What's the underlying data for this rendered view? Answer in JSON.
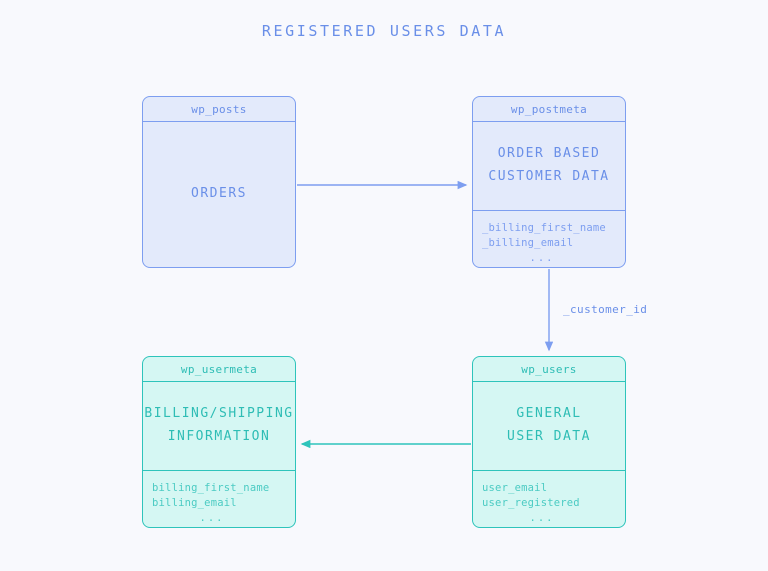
{
  "title": "REGISTERED USERS DATA",
  "colors": {
    "background": "#f8f9fd",
    "blue_border": "#7d9ef0",
    "blue_fill": "#e3eafb",
    "blue_text": "#6a8fe8",
    "teal_border": "#2ec4bb",
    "teal_fill": "#d5f7f3",
    "teal_text": "#2ebdb5"
  },
  "entities": {
    "wp_posts": {
      "header": "wp_posts",
      "body_lines": [
        "ORDERS"
      ],
      "fields": [],
      "ellipsis": "",
      "color": "blue"
    },
    "wp_postmeta": {
      "header": "wp_postmeta",
      "body_lines": [
        "ORDER BASED",
        "CUSTOMER DATA"
      ],
      "fields": [
        "_billing_first_name",
        "_billing_email"
      ],
      "ellipsis": "...",
      "color": "blue"
    },
    "wp_usermeta": {
      "header": "wp_usermeta",
      "body_lines": [
        "BILLING/SHIPPING",
        "INFORMATION"
      ],
      "fields": [
        "billing_first_name",
        "billing_email"
      ],
      "ellipsis": "...",
      "color": "teal"
    },
    "wp_users": {
      "header": "wp_users",
      "body_lines": [
        "GENERAL",
        "USER DATA"
      ],
      "fields": [
        "user_email",
        "user_registered"
      ],
      "ellipsis": "...",
      "color": "teal"
    }
  },
  "connectors": {
    "posts_to_postmeta": {
      "label": "",
      "color": "#7d9ef0",
      "direction": "right"
    },
    "postmeta_to_users": {
      "label": "_customer_id",
      "color": "#7d9ef0",
      "direction": "down"
    },
    "users_to_usermeta": {
      "label": "",
      "color": "#2ec4bb",
      "direction": "left"
    }
  }
}
